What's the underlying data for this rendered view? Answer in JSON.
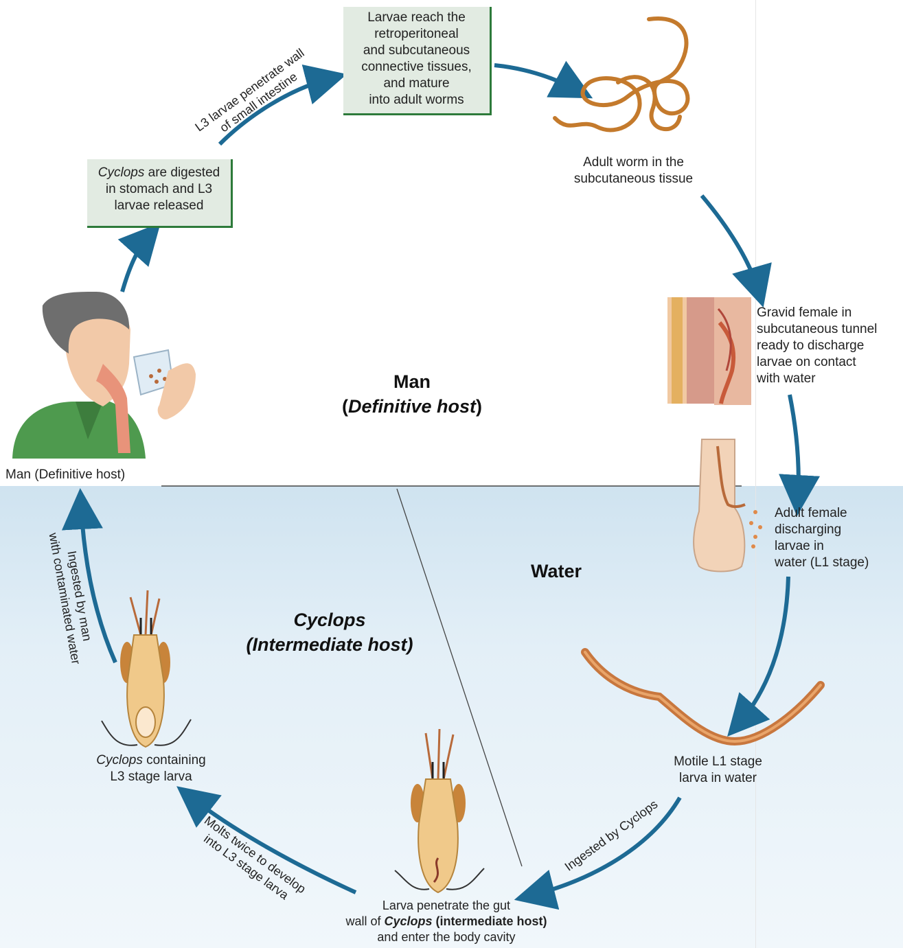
{
  "colors": {
    "arrow": "#1d6a94",
    "box_fill": "#e2ebe2",
    "box_border": "#2d7a3a",
    "water": "#cfe3f0",
    "worm": "#c47a2c"
  },
  "boxes": {
    "larvae_reach": [
      "Larvae reach the",
      "retroperitoneal",
      "and subcutaneous",
      "connective tissues,",
      "and mature",
      "into adult worms"
    ],
    "digested": {
      "italic": "Cyclops",
      "line1_rest": " are digested",
      "line2": "in stomach and L3",
      "line3": "larvae released"
    }
  },
  "labels": {
    "adult_worm": [
      "Adult worm in the",
      "subcutaneous tissue"
    ],
    "gravid": [
      "Gravid female in",
      "subcutaneous tunnel",
      "ready to discharge",
      "larvae on contact",
      "with water"
    ],
    "adult_female": [
      "Adult female",
      "discharging",
      "larvae in",
      "water (L1 stage)"
    ],
    "motile": [
      "Motile L1 stage",
      "larva in water"
    ],
    "larva_penetrate": {
      "line1": "Larva penetrate the gut",
      "line2_pre": "wall of ",
      "line2_italic": "Cyclops",
      "line2_bold": " (intermediate host)",
      "line3": "and enter the body cavity"
    },
    "cyclops_containing": {
      "italic": "Cyclops",
      "rest": " containing",
      "line2": "L3 stage larva"
    },
    "man_host": "Man (Definitive host)"
  },
  "arrow_labels": {
    "l3_penetrate": [
      "L3 larvae penetrate wall",
      "of small intestine"
    ],
    "ingested_by_cyclops": "Ingested by Cyclops",
    "molts": [
      "Molts twice to develop",
      "into L3 stage larva"
    ],
    "ingested_by_man": [
      "Ingested by man",
      "with contaminated water"
    ]
  },
  "regions": {
    "man": {
      "title": "Man",
      "subtitle": "Definitive host"
    },
    "water": "Water",
    "cyclops": {
      "title": "Cyclops",
      "subtitle": "(Intermediate host)"
    }
  },
  "icons": [
    "adult-worm-icon",
    "skin-tunnel-icon",
    "foot-icon",
    "l1-larva-icon",
    "cyclops-icon",
    "cyclops-with-larva-icon",
    "man-drinking-icon"
  ]
}
